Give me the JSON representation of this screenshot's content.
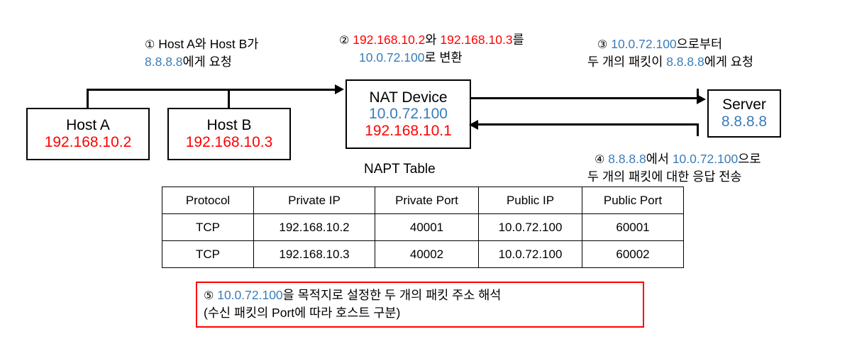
{
  "colors": {
    "blue": "#3a7cb8",
    "red": "#ff0000",
    "black": "#000000",
    "background": "#ffffff"
  },
  "annotations": {
    "step1": {
      "marker": "①",
      "line1_a": " Host A와 Host B가",
      "line2_blue": "8.8.8.8",
      "line2_b": "에게 요청"
    },
    "step2": {
      "marker": "②",
      "line1_ip_a": "192.168.10.2",
      "line1_mid": "와 ",
      "line1_ip_b": "192.168.10.3",
      "line1_tail": "를",
      "line2_ip": "10.0.72.100",
      "line2_tail": "로 변환"
    },
    "step3": {
      "marker": "③",
      "line1_ip": "10.0.72.100",
      "line1_tail": "으로부터",
      "line2_head": "두 개의 패킷이 ",
      "line2_ip": "8.8.8.8",
      "line2_tail": "에게 요청"
    },
    "step4": {
      "marker": "④",
      "line1_ip_a": "8.8.8.8",
      "line1_mid": "에서 ",
      "line1_ip_b": "10.0.72.100",
      "line1_tail": "으로",
      "line2": "두 개의 패킷에 대한 응답 전송"
    },
    "step5": {
      "marker": "⑤",
      "line1_ip": "10.0.72.100",
      "line1_tail": "을 목적지로 설정한 두 개의 패킷 주소 해석",
      "line2": "(수신 패킷의 Port에 따라 호스트 구분)"
    }
  },
  "nodes": {
    "host_a": {
      "name": "Host A",
      "ip": "192.168.10.2"
    },
    "host_b": {
      "name": "Host B",
      "ip": "192.168.10.3"
    },
    "nat_device": {
      "name": "NAT Device",
      "public_ip": "10.0.72.100",
      "private_ip": "192.168.10.1"
    },
    "server": {
      "name": "Server",
      "ip": "8.8.8.8"
    }
  },
  "napt_table": {
    "title": "NAPT Table",
    "headers": [
      "Protocol",
      "Private IP",
      "Private Port",
      "Public IP",
      "Public Port"
    ],
    "rows": [
      [
        "TCP",
        "192.168.10.2",
        "40001",
        "10.0.72.100",
        "60001"
      ],
      [
        "TCP",
        "192.168.10.3",
        "40002",
        "10.0.72.100",
        "60002"
      ]
    ]
  }
}
